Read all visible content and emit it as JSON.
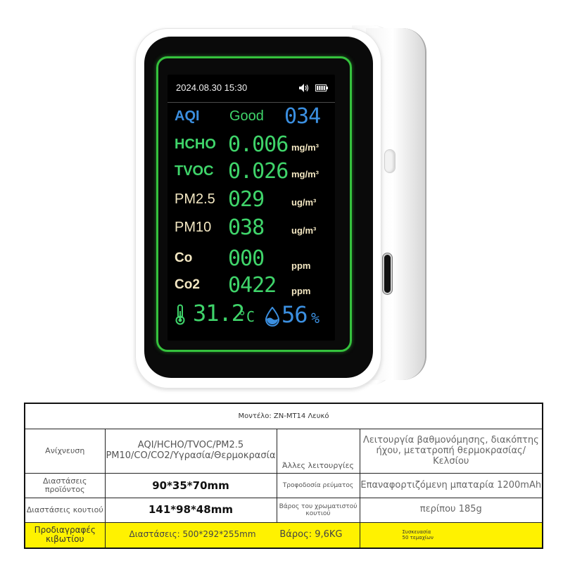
{
  "device": {
    "screen": {
      "datetime": "2024.08.30 15:30",
      "status_icons": [
        "speaker-icon",
        "battery-icon"
      ],
      "readings": [
        {
          "label": "AQI",
          "status": "Good",
          "value": "034",
          "unit": ""
        },
        {
          "label": "HCHO",
          "value": "0.006",
          "unit": "mg/m³"
        },
        {
          "label": "TVOC",
          "value": "0.026",
          "unit": "mg/m³"
        },
        {
          "label": "PM2.5",
          "value": "029",
          "unit": "ug/m³"
        },
        {
          "label": "PM10",
          "value": "038",
          "unit": "ug/m³"
        },
        {
          "label": "Co",
          "value": "000",
          "unit": "ppm"
        },
        {
          "label": "Co2",
          "value": "0422",
          "unit": "ppm"
        }
      ],
      "temperature": {
        "value": "31.2",
        "unit": "°C",
        "icon": "thermometer-icon"
      },
      "humidity": {
        "value": "56",
        "unit": "%",
        "icon": "water-drop-icon"
      }
    },
    "colors": {
      "green": "#3fd46a",
      "blue": "#3b8fe0",
      "cream": "#f3e7c2",
      "ring": "#35c23d"
    }
  },
  "spec_table": {
    "model": "Μοντέλο: ZN-MT14 Λευκό",
    "detection_label": "Ανίχνευση",
    "detection_value_line1": "AQI/HCHO/TVOC/PM2.5",
    "detection_value_line2": "PM10/CO/CO2/Υγρασία/Θερμοκρασία",
    "other_functions_label": "Άλλες λειτουργίες",
    "other_functions_value": "Λειτουργία βαθμονόμησης, διακόπτης ήχου, μετατροπή θερμοκρασίας/Κελσίου",
    "product_dimensions_label": "Διαστάσεις προϊόντος",
    "product_dimensions_value": "90*35*70mm",
    "power_supply_label": "Τροφοδοσία ρεύματος",
    "power_supply_value": "Επαναφορτιζόμενη μπαταρία 1200mAh",
    "box_dimensions_label": "Διαστάσεις κουτιού",
    "box_dimensions_value": "141*98*48mm",
    "color_box_weight_label": "Βάρος του χρωματιστού κουτιού",
    "color_box_weight_value": "περίπου 185g",
    "carton_spec_label": "Προδιαγραφές κιβωτίου",
    "carton_dimensions": "Διαστάσεις: 500*292*255mm",
    "carton_weight": "Βάρος: 9,6KG",
    "carton_packing_line1": "Συσκευασία",
    "carton_packing_line2": "50 τεμαχίων",
    "highlight_color": "#fff200"
  }
}
